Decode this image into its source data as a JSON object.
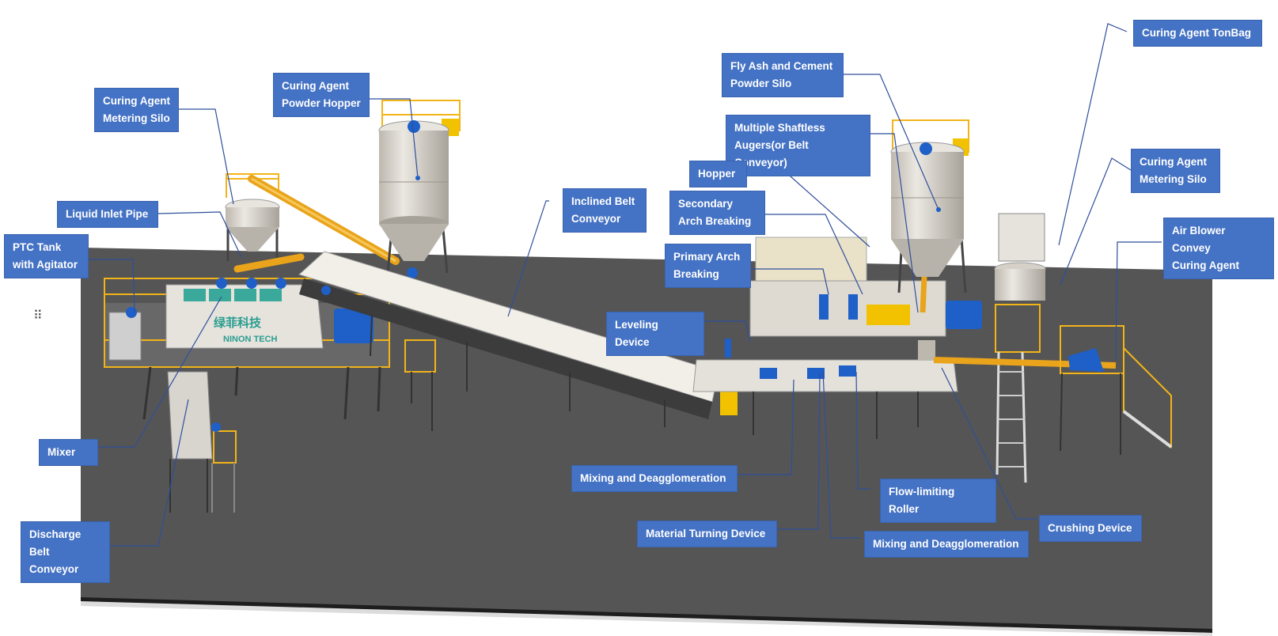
{
  "labels": {
    "curing_agent_metering_silo_left": [
      "Curing Agent",
      "Metering Silo"
    ],
    "curing_agent_powder_hopper": [
      "Curing Agent",
      "Powder Hopper"
    ],
    "liquid_inlet_pipe": [
      "Liquid Inlet Pipe"
    ],
    "ptc_tank": [
      "PTC Tank",
      "with Agitator"
    ],
    "mixer": [
      "Mixer"
    ],
    "discharge_belt_conveyor": [
      "Discharge",
      "Belt Conveyor"
    ],
    "inclined_belt_conveyor": [
      "Inclined Belt",
      "Conveyor"
    ],
    "fly_ash_silo": [
      "Fly Ash and Cement",
      "Powder Silo"
    ],
    "shaftless_augers": [
      "Multiple Shaftless",
      "Augers(or Belt Conveyor)"
    ],
    "hopper": [
      "Hopper"
    ],
    "secondary_arch": [
      "Secondary",
      "Arch Breaking"
    ],
    "primary_arch": [
      "Primary Arch",
      "Breaking"
    ],
    "leveling_device": [
      "Leveling Device"
    ],
    "mixing_deagg_1": [
      "Mixing and Deagglomeration"
    ],
    "material_turning": [
      "Material Turning Device"
    ],
    "mixing_deagg_2": [
      "Mixing and Deagglomeration"
    ],
    "flow_limiting_roller": [
      "Flow-limiting Roller"
    ],
    "crushing_device": [
      "Crushing Device"
    ],
    "curing_agent_tonbag": [
      "Curing Agent TonBag"
    ],
    "curing_agent_metering_silo_right": [
      "Curing Agent",
      "Metering Silo"
    ],
    "air_blower": [
      "Air Blower Convey",
      "Curing Agent"
    ]
  },
  "machine_text": {
    "brand_cn": "绿菲科技",
    "brand_en": "NINON TECH"
  },
  "colors": {
    "callout_bg": "#4472c4",
    "floor": "#555555",
    "railing": "#f2b418",
    "motor": "#1f5fc8",
    "silo": "#d8d4cc",
    "pipe": "#e9a41c"
  },
  "icons": {
    "drag_handle": "drag-handle-icon"
  }
}
